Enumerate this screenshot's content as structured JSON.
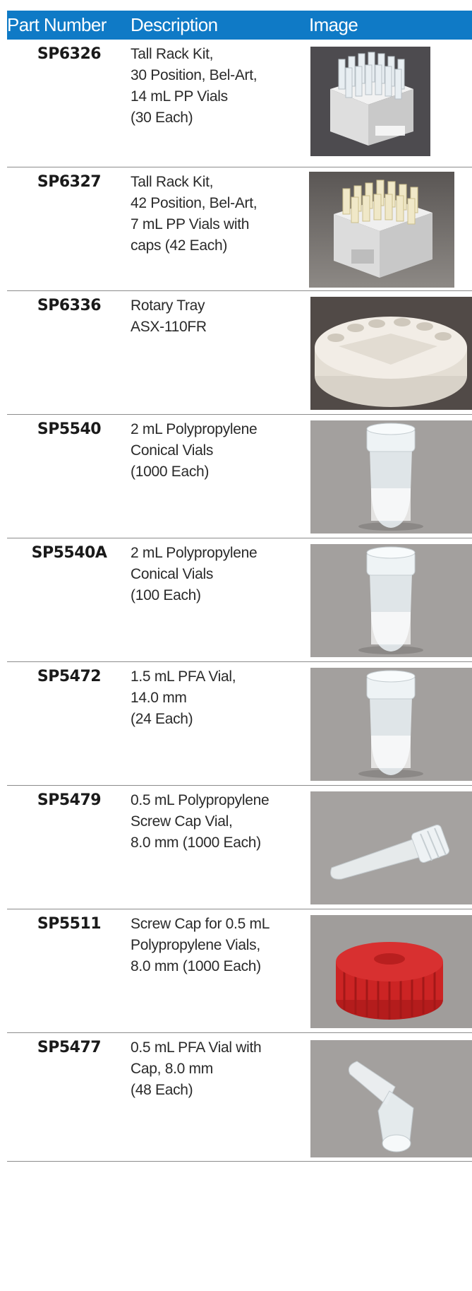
{
  "header": {
    "part_number": "Part Number",
    "description": "Description",
    "image": "Image"
  },
  "rows": [
    {
      "part": "SP6326",
      "description": "Tall Rack Kit,\n30 Position, Bel-Art,\n14 mL PP Vials\n(30 Each)",
      "image_icon": "rack-30-icon"
    },
    {
      "part": "SP6327",
      "description": "Tall Rack Kit,\n42 Position, Bel-Art,\n7 mL PP Vials with\ncaps (42 Each)",
      "image_icon": "rack-42-icon"
    },
    {
      "part": "SP6336",
      "description": "Rotary Tray\nASX-110FR",
      "image_icon": "rotary-tray-icon"
    },
    {
      "part": "SP5540",
      "description": "2 mL Polypropylene\nConical Vials\n(1000 Each)",
      "image_icon": "conical-vial-icon"
    },
    {
      "part": "SP5540A",
      "description": "2 mL Polypropylene\nConical Vials\n(100 Each)",
      "image_icon": "conical-vial-icon"
    },
    {
      "part": "SP5472",
      "description": "1.5 mL PFA Vial,\n14.0 mm\n(24 Each)",
      "image_icon": "pfa-vial-icon"
    },
    {
      "part": "SP5479",
      "description": "0.5 mL Polypropylene\nScrew Cap Vial,\n8.0 mm (1000 Each)",
      "image_icon": "screw-cap-vial-icon"
    },
    {
      "part": "SP5511",
      "description": "Screw Cap for 0.5 mL\nPolypropylene Vials,\n8.0 mm (1000 Each)",
      "image_icon": "red-screw-cap-icon"
    },
    {
      "part": "SP5477",
      "description": "0.5 mL PFA Vial with\nCap, 8.0 mm\n (48 Each)",
      "image_icon": "pfa-vial-with-cap-icon"
    }
  ],
  "colors": {
    "header_bg": "#0f7ac6",
    "header_text": "#ffffff",
    "separator": "#8c8c8c",
    "cap_red": "#d42a2a"
  }
}
